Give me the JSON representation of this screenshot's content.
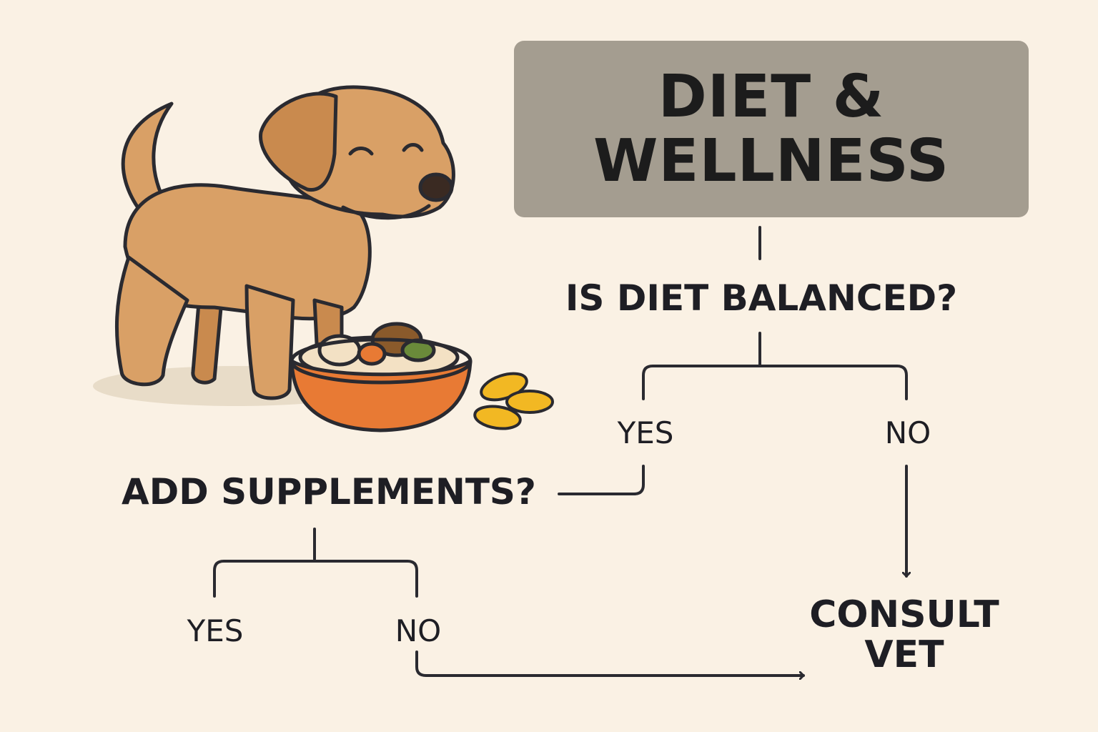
{
  "colors": {
    "background": "#faf1e4",
    "title_box": "#a49d90",
    "line": "#2a2a30",
    "dog_fur": "#d9a066",
    "dog_ear": "#c98a4e",
    "bowl": "#e87a34",
    "capsule": "#f2b823"
  },
  "title": {
    "line1": "DIET &",
    "line2": "WELLNESS"
  },
  "flow": {
    "question_1": "IS DIET BALANCED?",
    "q1_yes": "YES",
    "q1_no": "NO",
    "question_2": "ADD SUPPLEMENTS?",
    "q2_yes": "YES",
    "q2_no": "NO",
    "outcome_line1": "CONSULT",
    "outcome_line2": "VET"
  },
  "illustration": {
    "subject": "puppy-with-food-bowl",
    "icons": [
      "dog-icon",
      "food-bowl-icon",
      "supplement-capsule-icon"
    ]
  }
}
